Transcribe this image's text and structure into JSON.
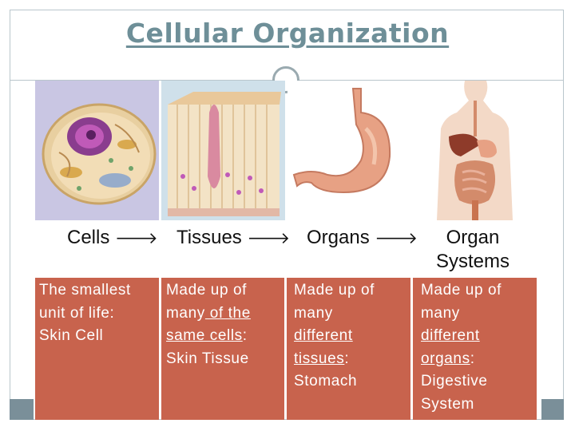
{
  "title": "Cellular Organization",
  "icons": {
    "cells": "cell-illustration",
    "tissues": "tissue-illustration",
    "organs": "stomach-illustration",
    "systems": "digestive-system-illustration"
  },
  "colors": {
    "title": "#6e8f98",
    "box": "#c8634d",
    "frame": "#b9c6cc"
  },
  "labels": {
    "cells": "Cells",
    "tissues": "Tissues",
    "organs": "Organs",
    "systems_line1": "Organ",
    "systems_line2": "Systems",
    "arrow": "🡒"
  },
  "columns": {
    "cells": {
      "l1": "The smallest",
      "l2": "unit of life:",
      "l3": "Skin Cell"
    },
    "tissues": {
      "l1": "Made up of",
      "l2a": "many",
      "l2b": " of the",
      "l3a": "same cells",
      "l3b": ":",
      "l4": "Skin Tissue"
    },
    "organs": {
      "l1": "Made up of",
      "l2": "many",
      "l3": "different",
      "l4a": "tissues",
      "l4b": ":",
      "l5": "Stomach"
    },
    "systems": {
      "l1": "Made up of",
      "l2": "many",
      "l3": "different",
      "l4a": "organs",
      "l4b": ":",
      "l5": "Digestive",
      "l6": "System"
    }
  }
}
